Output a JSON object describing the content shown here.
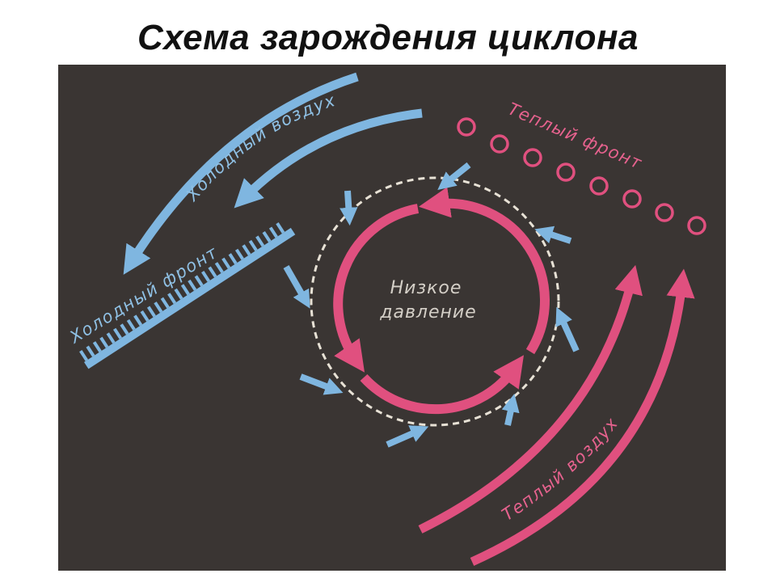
{
  "title": "Схема зарождения циклона",
  "labels": {
    "cold_air": "Холодный воздух",
    "cold_front": "Холодный фронт",
    "warm_front": "Теплый фронт",
    "warm_air": "Теплый воздух",
    "low_pressure_line1": "Низкое",
    "low_pressure_line2": "давление"
  },
  "colors": {
    "background": "#3a3533",
    "cold": "#7fb6e0",
    "warm": "#e0507f",
    "isobar": "#e8e2d6"
  }
}
